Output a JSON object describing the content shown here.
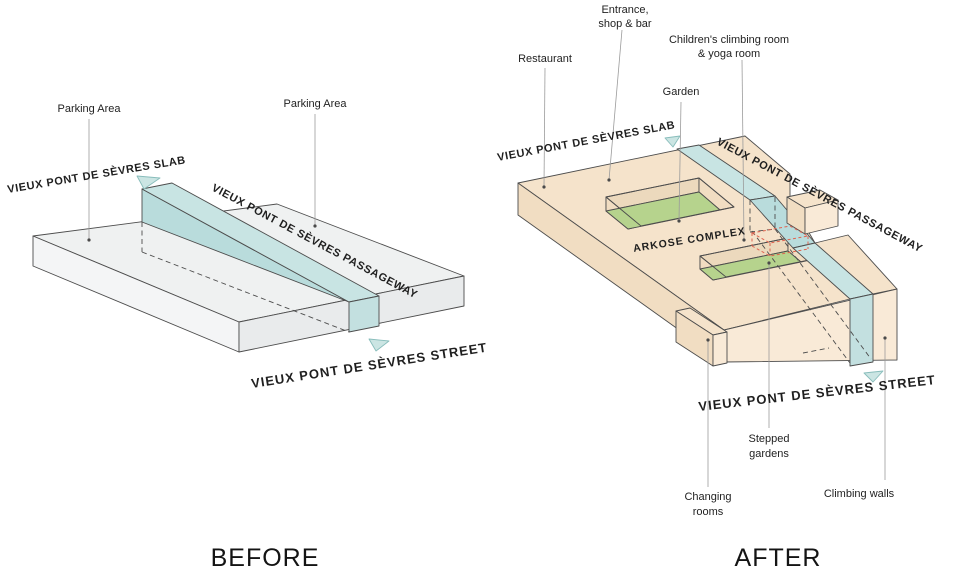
{
  "colors": {
    "slab_gray_top": "#eff1f1",
    "slab_gray_front": "#e9ebec",
    "complex_beige_top": "#f5e3cb",
    "complex_beige_front": "#f9ead7",
    "garden_green": "#b6d38d",
    "passageway_teal": "#c8e4e3",
    "hidden_volume_red": "#e06450",
    "line": "#4d4d4d",
    "text": "#1f1f1f"
  },
  "before": {
    "caption": "BEFORE",
    "annotations": {
      "parking_left": "Parking Area",
      "parking_right": "Parking Area"
    },
    "route_labels": {
      "slab": "VIEUX PONT DE SÈVRES SLAB",
      "passageway": "VIEUX PONT DE SÈVRES PASSAGEWAY",
      "street": "VIEUX PONT DE SÈVRES STREET"
    }
  },
  "after": {
    "caption": "AFTER",
    "building_name": "ARKOSE COMPLEX",
    "annotations": {
      "restaurant": "Restaurant",
      "entrance_line1": "Entrance,",
      "entrance_line2": "shop & bar",
      "children_line1": "Children's climbing room",
      "children_line2": "& yoga room",
      "garden": "Garden",
      "stepped_line1": "Stepped",
      "stepped_line2": "gardens",
      "changing_line1": "Changing",
      "changing_line2": "rooms",
      "climbing": "Climbing walls"
    },
    "route_labels": {
      "slab": "VIEUX PONT DE SÈVRES SLAB",
      "passageway": "VIEUX PONT DE SÈVRES PASSAGEWAY",
      "street": "VIEUX PONT DE SÈVRES STREET"
    }
  }
}
